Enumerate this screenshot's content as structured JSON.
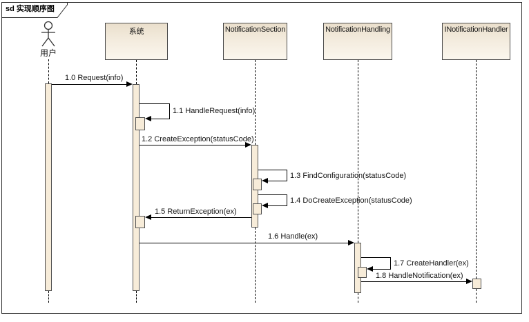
{
  "frame": {
    "title": "sd 实现顺序图",
    "kind": "sequence-diagram"
  },
  "participants": [
    {
      "id": "user",
      "name": "用户",
      "kind": "actor"
    },
    {
      "id": "system",
      "name": "系统",
      "kind": "object"
    },
    {
      "id": "notification-section",
      "name": "NotificationSection",
      "kind": "object"
    },
    {
      "id": "notification-handling",
      "name": "NotificationHandling",
      "kind": "object"
    },
    {
      "id": "inotification-handler",
      "name": "INotificationHandler",
      "kind": "object"
    }
  ],
  "messages": [
    {
      "seq": "1.0",
      "label": "1.0 Request(info)",
      "from": "用户",
      "to": "系统",
      "type": "call"
    },
    {
      "seq": "1.1",
      "label": "1.1 HandleRequest(info)",
      "from": "系统",
      "to": "系统",
      "type": "self"
    },
    {
      "seq": "1.2",
      "label": "1.2 CreateException(statusCode)",
      "from": "系统",
      "to": "NotificationSection",
      "type": "call"
    },
    {
      "seq": "1.3",
      "label": "1.3 FindConfiguration(statusCode)",
      "from": "NotificationSection",
      "to": "NotificationSection",
      "type": "self"
    },
    {
      "seq": "1.4",
      "label": "1.4 DoCreateException(statusCode)",
      "from": "NotificationSection",
      "to": "NotificationSection",
      "type": "self"
    },
    {
      "seq": "1.5",
      "label": "1.5 ReturnException(ex)",
      "from": "NotificationSection",
      "to": "系统",
      "type": "call"
    },
    {
      "seq": "1.6",
      "label": "1.6 Handle(ex)",
      "from": "系统",
      "to": "NotificationHandling",
      "type": "call"
    },
    {
      "seq": "1.7",
      "label": "1.7 CreateHandler(ex)",
      "from": "NotificationHandling",
      "to": "NotificationHandling",
      "type": "self"
    },
    {
      "seq": "1.8",
      "label": "1.8 HandleNotification(ex)",
      "from": "NotificationHandling",
      "to": "INotificationHandler",
      "type": "call"
    }
  ],
  "colors": {
    "frame_border": "#2e2e2e",
    "box_fill_top": "#eadfcc",
    "box_fill_bottom": "#fbf7ee",
    "box_border": "#4a4a4a",
    "activation_fill": "#f7ecd9",
    "activation_border": "#4f4f4f",
    "line_color": "#000000"
  }
}
